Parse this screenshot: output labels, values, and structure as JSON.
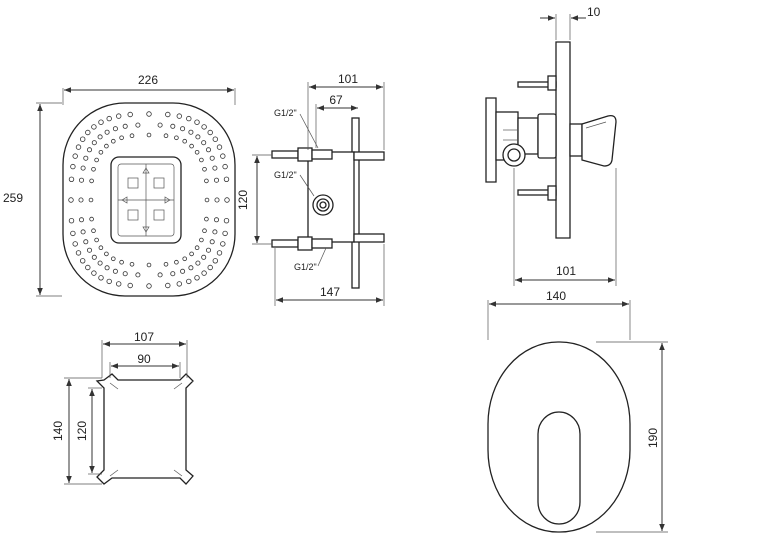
{
  "front_view": {
    "width_label": "226",
    "height_label": "259"
  },
  "side_box_view": {
    "depth_label": "101",
    "inner_depth_label": "67",
    "height_label": "120",
    "total_depth_label": "147",
    "thread_top_label": "G1/2\"",
    "thread_mid_label": "G1/2\"",
    "thread_bottom_label": "G1/2\""
  },
  "mounting_plate": {
    "outer_width_label": "107",
    "inner_width_label": "90",
    "outer_height_label": "140",
    "inner_height_label": "120"
  },
  "mixer_side_view": {
    "plate_thickness_label": "10",
    "depth_label": "101"
  },
  "cover_plate": {
    "width_label": "140",
    "height_label": "190"
  }
}
